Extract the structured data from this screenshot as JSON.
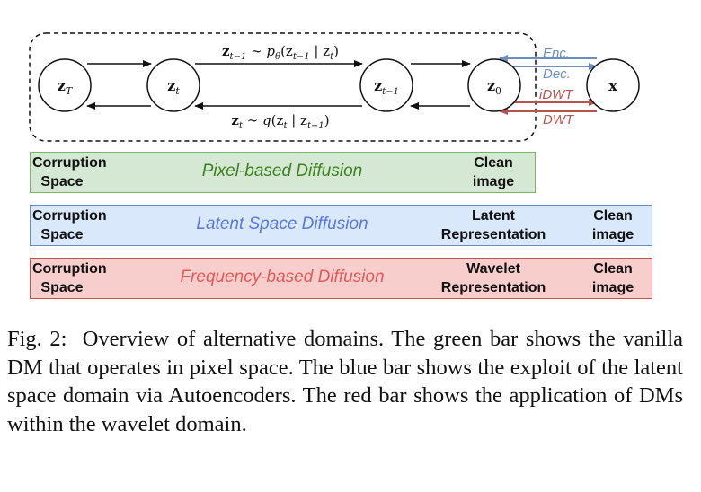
{
  "nodes": {
    "zT": {
      "base": "z",
      "sub": "T"
    },
    "zt": {
      "base": "z",
      "sub": "t"
    },
    "zt1": {
      "base": "z",
      "sub": "t−1"
    },
    "z0": {
      "base": "z",
      "sub": "0"
    },
    "x": {
      "base": "x"
    }
  },
  "transitions": {
    "forward": {
      "base": "z",
      "sub": "t−1",
      "mid": " ∼ ",
      "p": "p",
      "theta": "θ",
      "args": "(z",
      "args_sub": "t−1",
      "bar": " | z",
      "bar_sub": "t",
      "close": ")"
    },
    "reverse": {
      "base": "z",
      "sub": "t",
      "mid": " ∼ ",
      "q": "q",
      "args": "(z",
      "args_sub": "t",
      "bar": " | z",
      "bar_sub": "t−1",
      "close": ")"
    }
  },
  "encoders": {
    "enc": "Enc.",
    "dec": "Dec.",
    "idwt": "iDWT",
    "dwt": "DWT"
  },
  "bars": [
    {
      "left": "Corruption\nSpace",
      "middle": "Pixel-based Diffusion",
      "right1": "Clean\nimage",
      "right2": ""
    },
    {
      "left": "Corruption\nSpace",
      "middle": "Latent Space Diffusion",
      "right1": "Latent\nRepresentation",
      "right2": "Clean\nimage"
    },
    {
      "left": "Corruption\nSpace",
      "middle": "Frequency-based Diffusion",
      "right1": "Wavelet\nRepresentation",
      "right2": "Clean\nimage"
    }
  ],
  "caption": "Fig. 2:  Overview of alternative domains. The green bar shows the vanilla DM that operates in pixel space. The blue bar shows the exploit of the latent space domain via Autoencoders. The red bar shows the application of DMs within the wavelet domain.",
  "colors": {
    "green_text": "#3f7f20",
    "blue_text": "#5a78e0",
    "red_text": "#e05a5a",
    "blue_arrow": "#6c8ebf",
    "red_arrow": "#b85450"
  }
}
